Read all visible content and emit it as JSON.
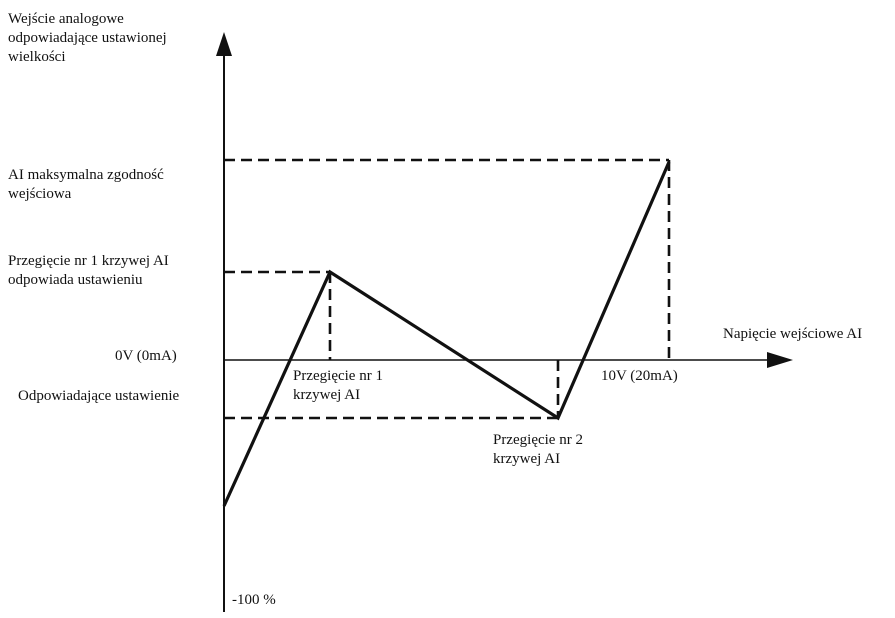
{
  "axes": {
    "y_title": [
      "Wejście analogowe",
      "odpowiadające ustawionej",
      "wielkości"
    ],
    "x_title": "Napięcie wejściowe AI",
    "zero_label": "0V (0mA)",
    "max_x_label": "10V (20mA)",
    "min_y_label": "-100 %"
  },
  "levels": {
    "ai_max": [
      "AI maksymalna zgodność",
      "wejściowa"
    ],
    "point1_setting": [
      "Przegięcie nr 1 krzywej AI",
      "odpowiada ustawieniu"
    ],
    "point2_setting": "Odpowiadające ustawienie"
  },
  "points": {
    "point1": [
      "Przegięcie nr 1",
      "krzywej AI"
    ],
    "point2": [
      "Przegięcie nr 2",
      "krzywej AI"
    ]
  },
  "colors": {
    "line": "#111111",
    "background": "#ffffff"
  }
}
